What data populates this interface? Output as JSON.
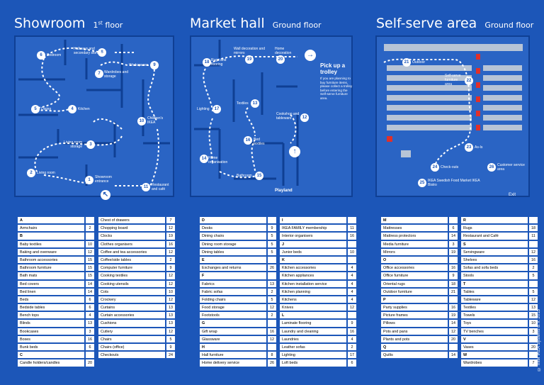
{
  "sections": {
    "showroom": {
      "title": "Showroom",
      "floor_prefix": "1",
      "floor_sup": "st",
      "floor_suffix": " floor"
    },
    "market": {
      "title": "Market hall",
      "floor": "Ground floor"
    },
    "selfserve": {
      "title": "Self-serve area",
      "floor": "Ground floor"
    }
  },
  "showroom_labels": [
    {
      "n": "6",
      "label": "Bedroom"
    },
    {
      "n": "8",
      "label": "Hallways and secondary storage"
    },
    {
      "n": "9",
      "label": "Workspaces"
    },
    {
      "n": "7",
      "label": "Wardrobes and storage"
    },
    {
      "n": "4",
      "label": "Kitchen"
    },
    {
      "n": "5",
      "label": "Dining"
    },
    {
      "n": "10",
      "label": "Children's IKEA"
    },
    {
      "n": "3",
      "label": "Living room storage"
    },
    {
      "n": "2",
      "label": "Living room"
    },
    {
      "n": "1",
      "label": "Showroom entrance"
    },
    {
      "n": "11",
      "label": "Restaurant and café"
    }
  ],
  "showroom_misc": {
    "kitchen_planning": "Kitchen",
    "restaurant_note": "Restaurant and café",
    "market_hall_note": "Market Hall"
  },
  "market_labels": [
    {
      "n": "18",
      "label": "Rugs and flooring"
    },
    {
      "n": "19",
      "label": "Wall decoration and mirrors"
    },
    {
      "n": "20",
      "label": "Home decoration"
    },
    {
      "n": "17",
      "label": "Lighting"
    },
    {
      "n": "13",
      "label": "Textiles"
    },
    {
      "n": "12",
      "label": "Cookshop and tableware"
    },
    {
      "n": "16",
      "label": "Bed textiles"
    },
    {
      "n": "14",
      "label": "Home organisation"
    },
    {
      "n": "15",
      "label": "Bathroom"
    }
  ],
  "market_misc": {
    "playland": "Playland",
    "trolley_title": "Pick up a trolley",
    "trolley_text": "If you are planning to buy furniture items, please collect a trolley before entering the Self-serve furniture area."
  },
  "selfserve_labels": [
    {
      "n": "21",
      "label": "Outdoor"
    },
    {
      "n": "22",
      "label": "Self-serve furniture area"
    },
    {
      "n": "23",
      "label": "As-Is"
    },
    {
      "n": "24",
      "label": "Check-outs"
    },
    {
      "n": "26",
      "label": "Customer service area"
    },
    {
      "n": "25",
      "label": "IKEA Swedish Food Market IKEA Bistro"
    }
  ],
  "selfserve_misc": {
    "exit": "Exit"
  },
  "index_columns": [
    [
      {
        "letter": "A"
      },
      {
        "name": "Armchairs",
        "pg": "2"
      },
      {
        "letter": "B"
      },
      {
        "name": "Baby textiles",
        "pg": "10"
      },
      {
        "name": "Baking and ovenware",
        "pg": "12"
      },
      {
        "name": "Bathroom accessories",
        "pg": "15"
      },
      {
        "name": "Bathroom furniture",
        "pg": "15"
      },
      {
        "name": "Bath mats",
        "pg": "15"
      },
      {
        "name": "Bed covers",
        "pg": "14"
      },
      {
        "name": "Bed linen",
        "pg": "14"
      },
      {
        "name": "Beds",
        "pg": "6"
      },
      {
        "name": "Bedside tables",
        "pg": "6"
      },
      {
        "name": "Bench tops",
        "pg": "4"
      },
      {
        "name": "Blinds",
        "pg": "13"
      },
      {
        "name": "Bookcases",
        "pg": "3"
      },
      {
        "name": "Boxes",
        "pg": "16"
      },
      {
        "name": "Bunk beds",
        "pg": "6"
      },
      {
        "letter": "C"
      },
      {
        "name": "Candle holders/candles",
        "pg": "20"
      }
    ],
    [
      {
        "name": "Chest of drawers",
        "pg": "7"
      },
      {
        "name": "Chopping board",
        "pg": "12"
      },
      {
        "name": "Clocks",
        "pg": "19"
      },
      {
        "name": "Clothes organisers",
        "pg": "16"
      },
      {
        "name": "Coffee and tea accessories",
        "pg": "12"
      },
      {
        "name": "Coffee/side tables",
        "pg": "2"
      },
      {
        "name": "Computer furniture",
        "pg": "9"
      },
      {
        "name": "Cooking textiles",
        "pg": "12"
      },
      {
        "name": "Cooking utensils",
        "pg": "12"
      },
      {
        "name": "Cots",
        "pg": "10"
      },
      {
        "name": "Crockery",
        "pg": "12"
      },
      {
        "name": "Curtains",
        "pg": "13"
      },
      {
        "name": "Curtain accessories",
        "pg": "13"
      },
      {
        "name": "Cushions",
        "pg": "13"
      },
      {
        "name": "Cutlery",
        "pg": "12"
      },
      {
        "name": "Chairs",
        "pg": "5"
      },
      {
        "name": "Chairs (office)",
        "pg": "9"
      },
      {
        "name": "Checkouts",
        "pg": "24"
      }
    ],
    [
      {
        "letter": "D"
      },
      {
        "name": "Desks",
        "pg": "9"
      },
      {
        "name": "Dining chairs",
        "pg": "5"
      },
      {
        "name": "Dining room storage",
        "pg": "5"
      },
      {
        "name": "Dining tables",
        "pg": "5"
      },
      {
        "letter": "E"
      },
      {
        "name": "Exchanges and returns",
        "pg": "26"
      },
      {
        "letter": "F"
      },
      {
        "name": "Fabrics",
        "pg": "13"
      },
      {
        "name": "Fabric sofas",
        "pg": "2"
      },
      {
        "name": "Folding chairs",
        "pg": "5"
      },
      {
        "name": "Food storage",
        "pg": "12"
      },
      {
        "name": "Footstools",
        "pg": "2"
      },
      {
        "letter": "G"
      },
      {
        "name": "Gift wrap",
        "pg": "16"
      },
      {
        "name": "Glassware",
        "pg": "12"
      },
      {
        "letter": "H"
      },
      {
        "name": "Hall furniture",
        "pg": "8"
      },
      {
        "name": "Home delivery service",
        "pg": "26"
      }
    ],
    [
      {
        "letter": "I"
      },
      {
        "name": "IKEA FAMILY membership",
        "pg": "11"
      },
      {
        "name": "Interior organisers",
        "pg": "16"
      },
      {
        "letter": "J"
      },
      {
        "name": "Junior beds",
        "pg": "10"
      },
      {
        "letter": "K"
      },
      {
        "name": "Kitchen accessories",
        "pg": "4"
      },
      {
        "name": "Kitchen appliances",
        "pg": "4"
      },
      {
        "name": "Kitchen installation service",
        "pg": "4"
      },
      {
        "name": "Kitchen planning",
        "pg": "4"
      },
      {
        "name": "Kitchens",
        "pg": "4"
      },
      {
        "name": "Knives",
        "pg": "12"
      },
      {
        "letter": "L"
      },
      {
        "name": "Laminate flooring",
        "pg": "9"
      },
      {
        "name": "Laundry and cleaning",
        "pg": "16"
      },
      {
        "name": "Laundries",
        "pg": "4"
      },
      {
        "name": "Leather sofas",
        "pg": "2"
      },
      {
        "name": "Lighting",
        "pg": "17"
      },
      {
        "name": "Loft beds",
        "pg": "6"
      }
    ],
    [
      {
        "letter": "M"
      },
      {
        "name": "Mattresses",
        "pg": "6"
      },
      {
        "name": "Mattress protectors",
        "pg": "14"
      },
      {
        "name": "Media furniture",
        "pg": "3"
      },
      {
        "name": "Mirrors",
        "pg": "19"
      },
      {
        "letter": "O"
      },
      {
        "name": "Office accessories",
        "pg": "16"
      },
      {
        "name": "Office furniture",
        "pg": "9"
      },
      {
        "name": "Oriental rugs",
        "pg": "18"
      },
      {
        "name": "Outdoor furniture",
        "pg": "21"
      },
      {
        "letter": "P"
      },
      {
        "name": "Party supplies",
        "pg": "16"
      },
      {
        "name": "Picture frames",
        "pg": "19"
      },
      {
        "name": "Pillows",
        "pg": "14"
      },
      {
        "name": "Pots and pans",
        "pg": "12"
      },
      {
        "name": "Plants and pots",
        "pg": "20"
      },
      {
        "letter": "Q"
      },
      {
        "name": "Quilts",
        "pg": "14"
      }
    ],
    [
      {
        "letter": "R"
      },
      {
        "name": "Rugs",
        "pg": "18"
      },
      {
        "name": "Restaurant and Café",
        "pg": "11"
      },
      {
        "letter": "S"
      },
      {
        "name": "Servingware",
        "pg": "12"
      },
      {
        "name": "Shelves",
        "pg": "16"
      },
      {
        "name": "Sofas and sofa beds",
        "pg": "2"
      },
      {
        "name": "Stools",
        "pg": "5"
      },
      {
        "letter": "T"
      },
      {
        "name": "Tables",
        "pg": "5"
      },
      {
        "name": "Tableware",
        "pg": "12"
      },
      {
        "name": "Textiles",
        "pg": "13"
      },
      {
        "name": "Towels",
        "pg": "15"
      },
      {
        "name": "Toys",
        "pg": "10"
      },
      {
        "name": "TV benches",
        "pg": "3"
      },
      {
        "letter": "V"
      },
      {
        "name": "Vases",
        "pg": "20"
      },
      {
        "letter": "W"
      },
      {
        "name": "Wardrobes",
        "pg": "7"
      }
    ]
  ],
  "copyright": "© Inter IKEA Systems B.V. 2015",
  "colors": {
    "bg": "#1c56b8",
    "map_bg": "#2a64c4",
    "wall": "#0f3f94",
    "route": "#ffffff",
    "selfserve_red": "#e0302a"
  }
}
